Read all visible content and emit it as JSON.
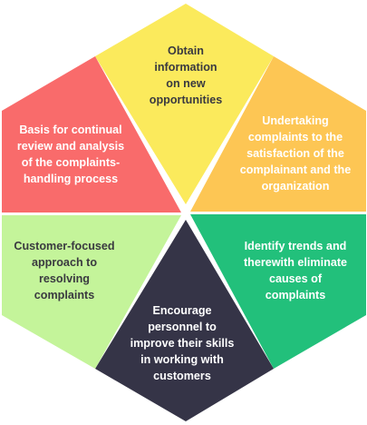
{
  "segments": [
    {
      "id": "top",
      "color": "#fbea5c",
      "text_color": "#3a3a40",
      "lines": [
        "Obtain",
        "information",
        "on new",
        "opportunities"
      ]
    },
    {
      "id": "upper-right",
      "color": "#fdc654",
      "text_color": "#ffffff",
      "lines": [
        "Undertaking",
        "complaints to the",
        "satisfaction of the",
        "complainant and the",
        "organization"
      ]
    },
    {
      "id": "lower-right",
      "color": "#22c07b",
      "text_color": "#ffffff",
      "lines": [
        "Identify trends and",
        "therewith eliminate",
        "causes of",
        "complaints"
      ]
    },
    {
      "id": "bottom",
      "color": "#353447",
      "text_color": "#ffffff",
      "lines": [
        "Encourage",
        "personnel to",
        "improve their skills",
        "in working with",
        "customers"
      ]
    },
    {
      "id": "lower-left",
      "color": "#c4f49a",
      "text_color": "#3a3a40",
      "lines": [
        "Customer-focused",
        "approach to",
        "resolving",
        "complaints"
      ]
    },
    {
      "id": "upper-left",
      "color": "#f96b6b",
      "text_color": "#ffffff",
      "lines": [
        "Basis for continual",
        "review and analysis",
        "of the complaints-",
        "handling process"
      ]
    }
  ]
}
